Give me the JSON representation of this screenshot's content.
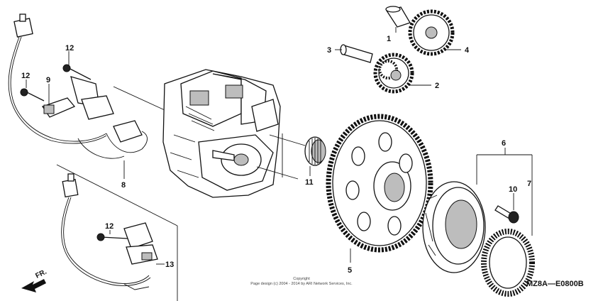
{
  "callouts": {
    "c1": "1",
    "c2": "2",
    "c3": "3",
    "c4": "4",
    "c5": "5",
    "c6": "6",
    "c7": "7",
    "c8": "8",
    "c9": "9",
    "c10": "10",
    "c11": "11",
    "c12a": "12",
    "c12b": "12",
    "c12c": "12",
    "c13": "13"
  },
  "direction_label": "FR.",
  "copyright_line1": "Copyright",
  "copyright_line2": "Page design (c) 2004 - 2014 by ARI Network Services, Inc.",
  "diagram_code": "MZ8A—E0800B"
}
